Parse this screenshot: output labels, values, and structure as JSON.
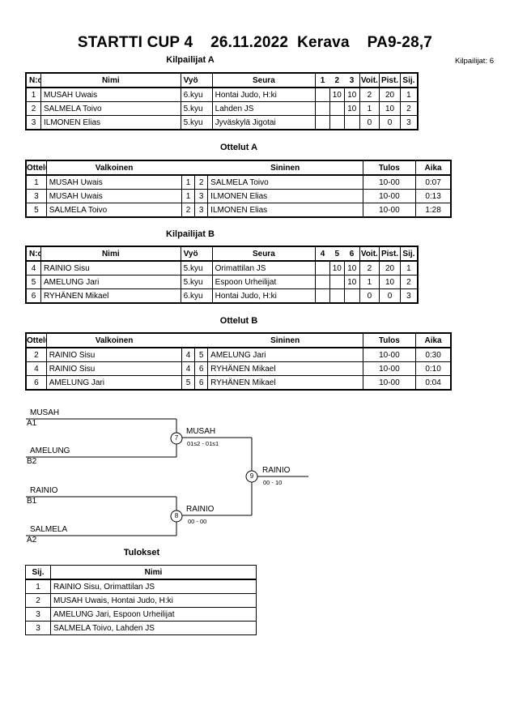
{
  "title": "STARTTI CUP 4    26.11.2022  Kerava    PA9-28,7",
  "competitor_count": "Kilpailijat: 6",
  "pool_a": {
    "heading": "Kilpailijat A",
    "columns": [
      "N:o",
      "Nimi",
      "Vyö",
      "Seura",
      "1",
      "2",
      "3",
      "Voit.",
      "Pist.",
      "Sij."
    ],
    "rows": [
      [
        "1",
        "MUSAH Uwais",
        "6.kyu",
        "Hontai Judo, H:ki",
        "",
        "10",
        "10",
        "2",
        "20",
        "1"
      ],
      [
        "2",
        "SALMELA Toivo",
        "5.kyu",
        "Lahden JS",
        "",
        "",
        "10",
        "1",
        "10",
        "2"
      ],
      [
        "3",
        "ILMONEN Elias",
        "5.kyu",
        "Jyväskylä Jigotai",
        "",
        "",
        "",
        "0",
        "0",
        "3"
      ]
    ]
  },
  "matches_a": {
    "heading": "Ottelut A",
    "columns": [
      "Ottelu",
      "Valkoinen",
      "",
      "",
      "Sininen",
      "Tulos",
      "Aika"
    ],
    "rows": [
      [
        "1",
        "MUSAH Uwais",
        "1",
        "2",
        "SALMELA Toivo",
        "10-00",
        "0:07"
      ],
      [
        "3",
        "MUSAH Uwais",
        "1",
        "3",
        "ILMONEN Elias",
        "10-00",
        "0:13"
      ],
      [
        "5",
        "SALMELA Toivo",
        "2",
        "3",
        "ILMONEN Elias",
        "10-00",
        "1:28"
      ]
    ]
  },
  "pool_b": {
    "heading": "Kilpailijat B",
    "columns": [
      "N:o",
      "Nimi",
      "Vyö",
      "Seura",
      "4",
      "5",
      "6",
      "Voit.",
      "Pist.",
      "Sij."
    ],
    "rows": [
      [
        "4",
        "RAINIO Sisu",
        "5.kyu",
        "Orimattilan JS",
        "",
        "10",
        "10",
        "2",
        "20",
        "1"
      ],
      [
        "5",
        "AMELUNG Jari",
        "5.kyu",
        "Espoon Urheilijat",
        "",
        "",
        "10",
        "1",
        "10",
        "2"
      ],
      [
        "6",
        "RYHÄNEN Mikael",
        "6.kyu",
        "Hontai Judo, H:ki",
        "",
        "",
        "",
        "0",
        "0",
        "3"
      ]
    ]
  },
  "matches_b": {
    "heading": "Ottelut B",
    "columns": [
      "Ottelu",
      "Valkoinen",
      "",
      "",
      "Sininen",
      "Tulos",
      "Aika"
    ],
    "rows": [
      [
        "2",
        "RAINIO Sisu",
        "4",
        "5",
        "AMELUNG Jari",
        "10-00",
        "0:30"
      ],
      [
        "4",
        "RAINIO Sisu",
        "4",
        "6",
        "RYHÄNEN Mikael",
        "10-00",
        "0:10"
      ],
      [
        "6",
        "AMELUNG Jari",
        "5",
        "6",
        "RYHÄNEN Mikael",
        "10-00",
        "0:04"
      ]
    ]
  },
  "bracket": {
    "slots": [
      {
        "name": "MUSAH",
        "seed": "A1"
      },
      {
        "name": "AMELUNG",
        "seed": "B2"
      },
      {
        "name": "RAINIO",
        "seed": "B1"
      },
      {
        "name": "SALMELA",
        "seed": "A2"
      }
    ],
    "semi1": {
      "number": "7",
      "winner": "MUSAH",
      "score": "01s2 - 01s1"
    },
    "semi2": {
      "number": "8",
      "winner": "RAINIO",
      "score": "00 - 00"
    },
    "final": {
      "number": "9",
      "winner": "RAINIO",
      "score": "00 - 10"
    }
  },
  "results": {
    "heading": "Tulokset",
    "columns": [
      "Sij.",
      "Nimi"
    ],
    "rows": [
      [
        "1",
        "RAINIO Sisu, Orimattilan JS"
      ],
      [
        "2",
        "MUSAH Uwais, Hontai Judo, H:ki"
      ],
      [
        "3",
        "AMELUNG Jari, Espoon Urheilijat"
      ],
      [
        "3",
        "SALMELA Toivo, Lahden JS"
      ]
    ]
  }
}
